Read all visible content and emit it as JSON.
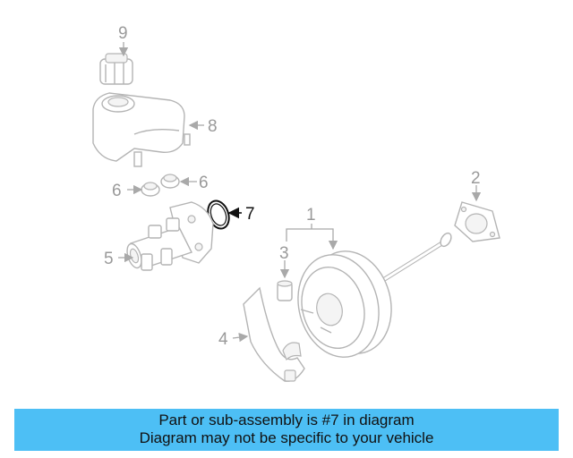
{
  "callouts": {
    "c1": "1",
    "c2": "2",
    "c3": "3",
    "c4": "4",
    "c5": "5",
    "c6a": "6",
    "c6b": "6",
    "c7": "7",
    "c8": "8",
    "c9": "9"
  },
  "highlighted_part": "7",
  "banner": {
    "line1": "Part or sub-assembly is #7 in diagram",
    "line2": "Diagram may not be specific to your vehicle"
  },
  "colors": {
    "banner_bg": "#4dbff5",
    "highlight": "#111111",
    "faded": "#9a9a9a"
  }
}
